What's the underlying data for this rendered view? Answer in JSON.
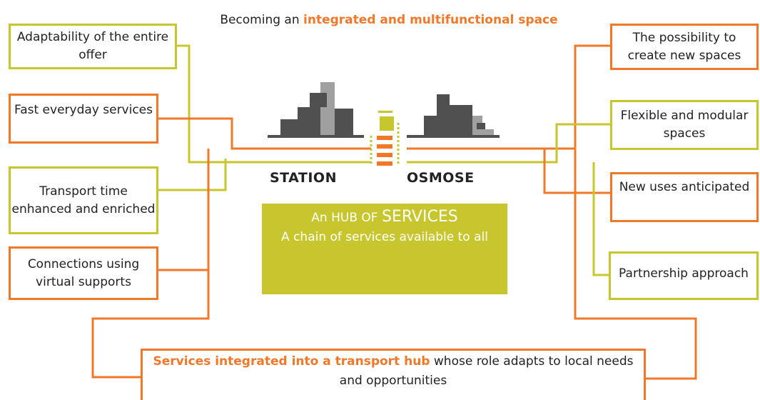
{
  "title": {
    "prefix": "Becoming an",
    "highlight": "integrated and multifunctional space"
  },
  "left_boxes": [
    {
      "text": "Adaptability of the entire offer",
      "color": "#c8c62e"
    },
    {
      "text": "Fast everyday services",
      "color": "#f07828"
    },
    {
      "text": "Transport time enhanced and enriched",
      "color": "#c8c62e"
    },
    {
      "text": "Connections using virtual supports",
      "color": "#f07828"
    }
  ],
  "right_boxes": [
    {
      "text": "The possibility to create new spaces",
      "color": "#f07828"
    },
    {
      "text": "Flexible and modular spaces",
      "color": "#c8c62e"
    },
    {
      "text": "New uses anticipated",
      "color": "#f07828"
    },
    {
      "text": "Partnership approach",
      "color": "#c8c62e"
    }
  ],
  "labels": {
    "station": "STATION",
    "osmose": "OSMOSE"
  },
  "hub": {
    "line1_prefix": "An HUB OF",
    "line1_big": "SERVICES",
    "line2": "A chain of services available to all"
  },
  "bottom": {
    "highlight": "Services integrated into a transport hub",
    "rest": "whose role adapts to local needs and opportunities"
  },
  "colors": {
    "orange": "#f07828",
    "olive": "#c8c62e",
    "dark_gray": "#505050",
    "light_gray": "#a0a0a0"
  }
}
